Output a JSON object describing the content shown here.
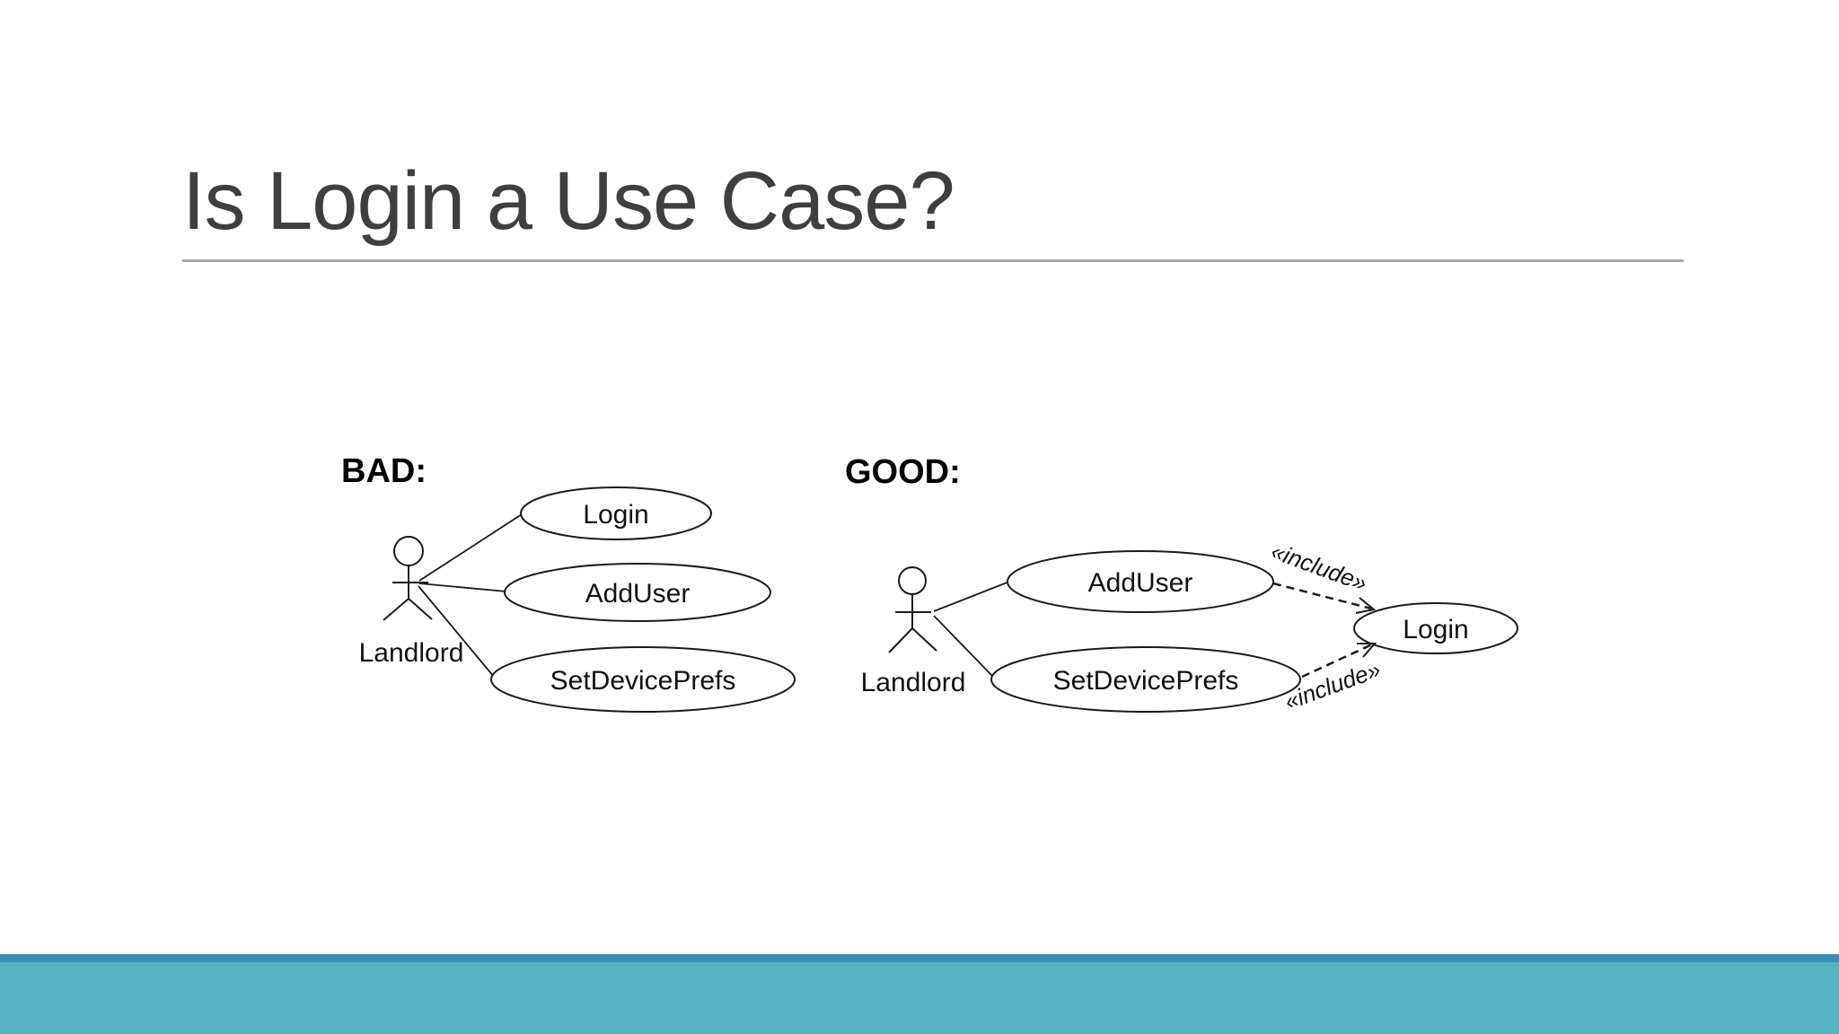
{
  "slide": {
    "title": "Is Login a Use Case?",
    "accent_bar_top_color": "#3a8fb8",
    "accent_bar_main_color": "#57b2c2"
  },
  "diagrams": {
    "bad": {
      "heading": "BAD:",
      "actor_name": "Landlord",
      "use_cases": [
        "Login",
        "AddUser",
        "SetDevicePrefs"
      ]
    },
    "good": {
      "heading": "GOOD:",
      "actor_name": "Landlord",
      "use_cases": [
        "AddUser",
        "SetDevicePrefs",
        "Login"
      ],
      "include_label": "«include»"
    }
  }
}
